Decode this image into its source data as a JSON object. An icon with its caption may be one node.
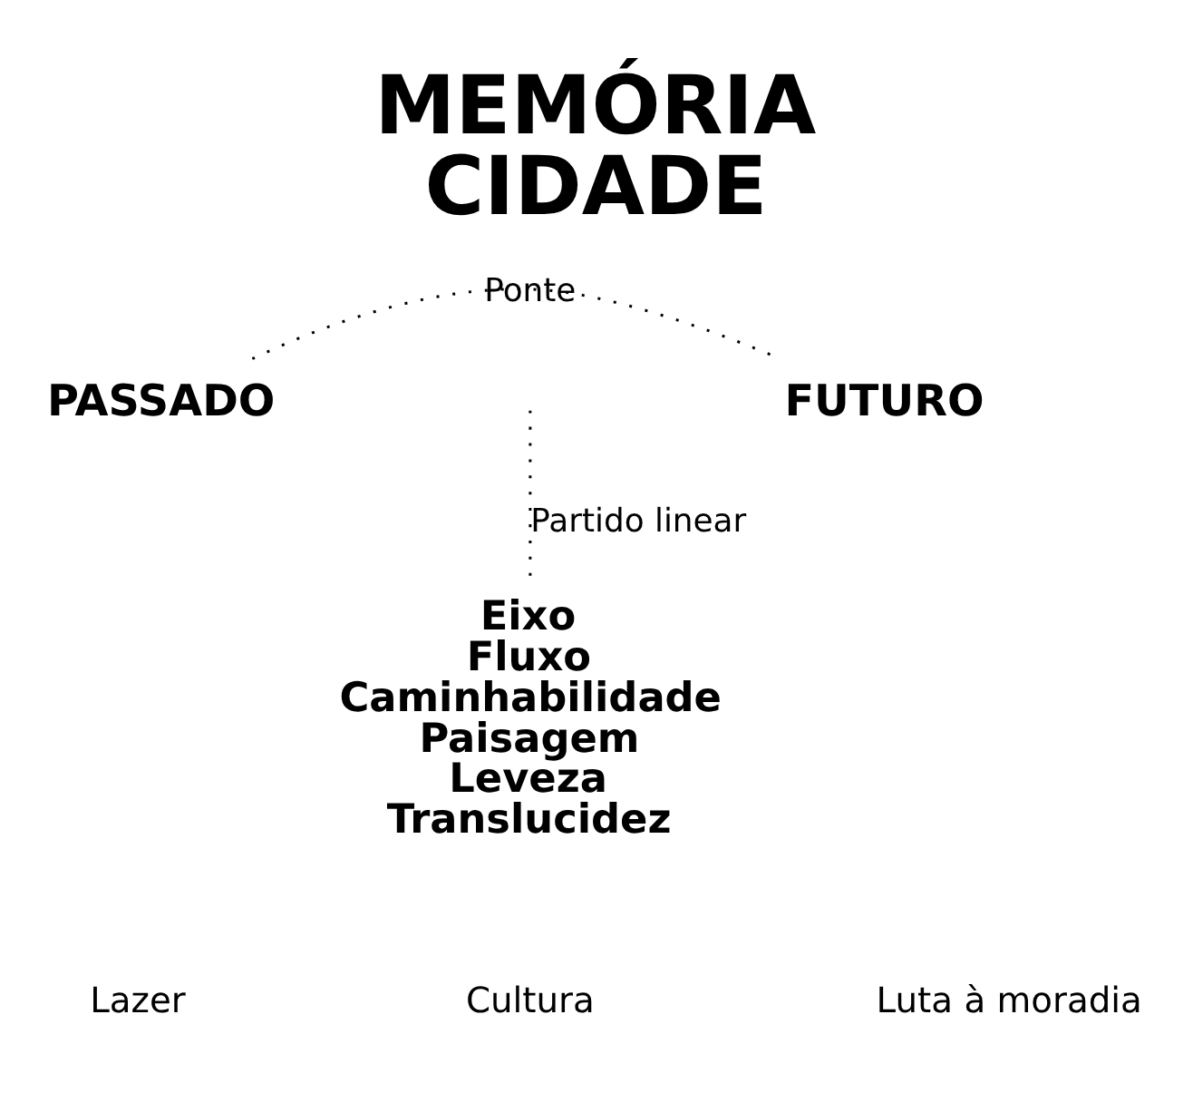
{
  "diagram": {
    "title": "MEMÓRIA CIDADE",
    "nodes": [
      {
        "text": [
          "PASSADO"
        ]
      },
      {
        "text": [
          "FUTURO"
        ]
      },
      {
        "text": [
          "Eixo",
          "Fluxo",
          "Caminhabilidade",
          "Paisagem",
          "Leveza",
          "Translucidez"
        ]
      }
    ],
    "edges": [
      {
        "from": 0,
        "to": 1,
        "arrow": "none",
        "label": "Ponte",
        "style": "dashed"
      },
      {
        "from": null,
        "to": 2,
        "arrow": "none",
        "label": "Partido linear",
        "style": "dashed"
      }
    ],
    "labels": [
      "Lazer",
      "Cultura",
      "Luta à moradia"
    ]
  }
}
